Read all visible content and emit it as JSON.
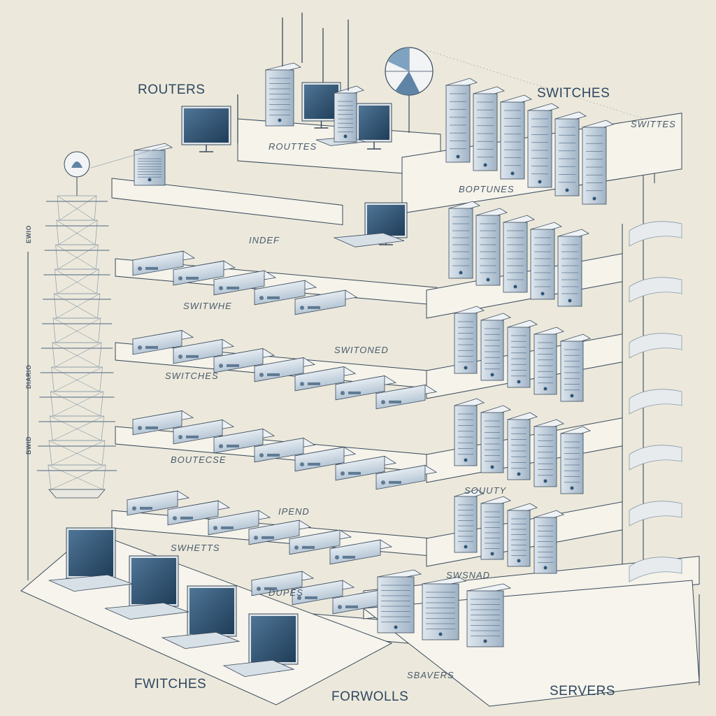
{
  "labels": {
    "routers": "ROUTERS",
    "switches": "SWITCHES",
    "fwitches": "FWITCHES",
    "forwolls": "FORWOLLS",
    "servers": "SERVERS"
  },
  "shelf_labels": {
    "routtes": "ROUTTES",
    "switchtes_right": "SWITTES",
    "boptunes": "BOPTUNES",
    "indef": "INDEF",
    "switwhe": "SWITWHE",
    "switoned": "SWITONED",
    "switches_mid": "SWITCHES",
    "boutecse": "BOUTECSE",
    "ipend": "IPEND",
    "souuty": "SOUUTY",
    "swsnad": "SWSNAD",
    "swhetts": "SWHETTS",
    "dupes": "DUPES",
    "sbavers": "SBAVERS"
  },
  "tower_tags": [
    "EWIO",
    "DIARIO",
    "BWID"
  ],
  "colors": {
    "background": "#ece9dc",
    "line": "#3a4a5c",
    "shelf": "#f5f3ea",
    "device": "#c9d6e2",
    "device_dark": "#5f7a93",
    "screen": "#2e5575",
    "text": "#2f4760"
  }
}
